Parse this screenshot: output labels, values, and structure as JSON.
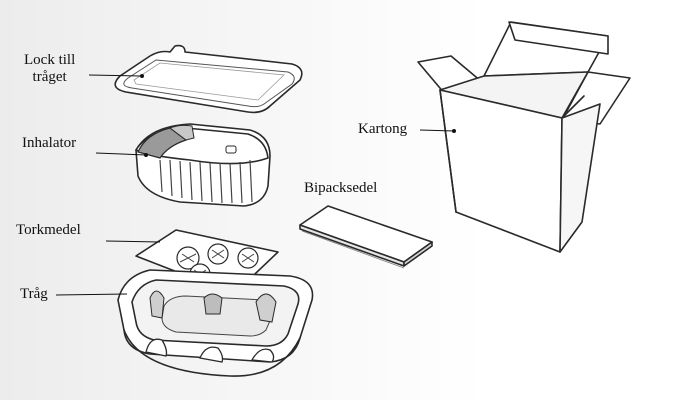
{
  "labels": {
    "lid": "Lock till\ntråget",
    "inhaler": "Inhalator",
    "desiccant": "Torkmedel",
    "tray": "Tråg",
    "carton": "Kartong",
    "leaflet": "Bipacksedel"
  },
  "colors": {
    "outline": "#2a2a2a",
    "shade": "#b8b8b8",
    "dark_shade": "#8c8c8c",
    "fill": "#ffffff"
  },
  "parts": [
    "lid-of-tray",
    "inhaler",
    "desiccant",
    "tray",
    "carton",
    "leaflet"
  ]
}
